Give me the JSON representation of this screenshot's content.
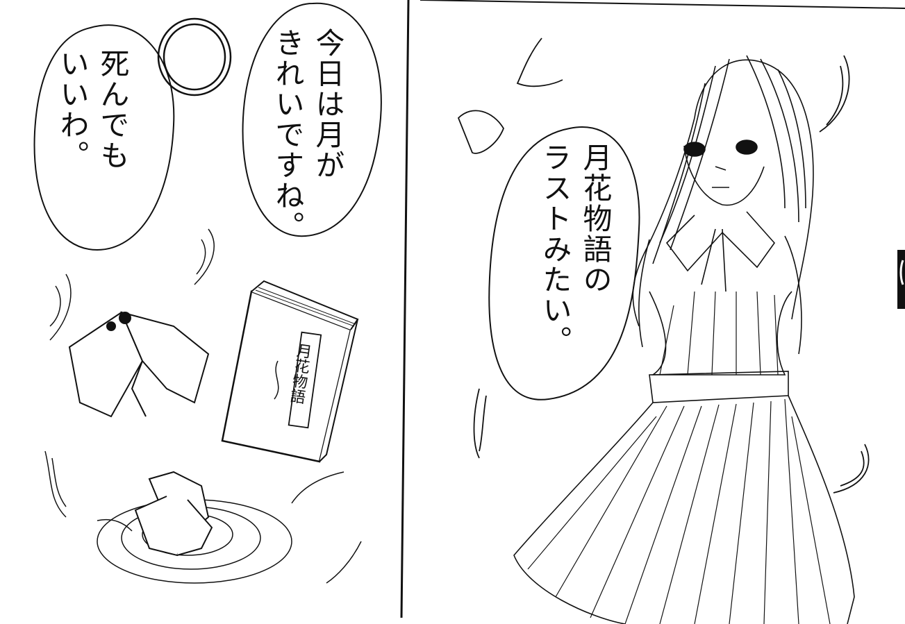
{
  "panels": {
    "left": {
      "bubble_moon": {
        "lines": [
          "今日は月が",
          "きれいですね。"
        ]
      },
      "bubble_die": {
        "lines": [
          "死んでも",
          "いいわ。"
        ]
      },
      "book_title": "月花物語"
    },
    "right": {
      "bubble_gekka": {
        "lines": [
          "月花物語の",
          "ラストみたい。"
        ]
      }
    }
  },
  "colors": {
    "ink": "#111111",
    "paper": "#ffffff"
  }
}
